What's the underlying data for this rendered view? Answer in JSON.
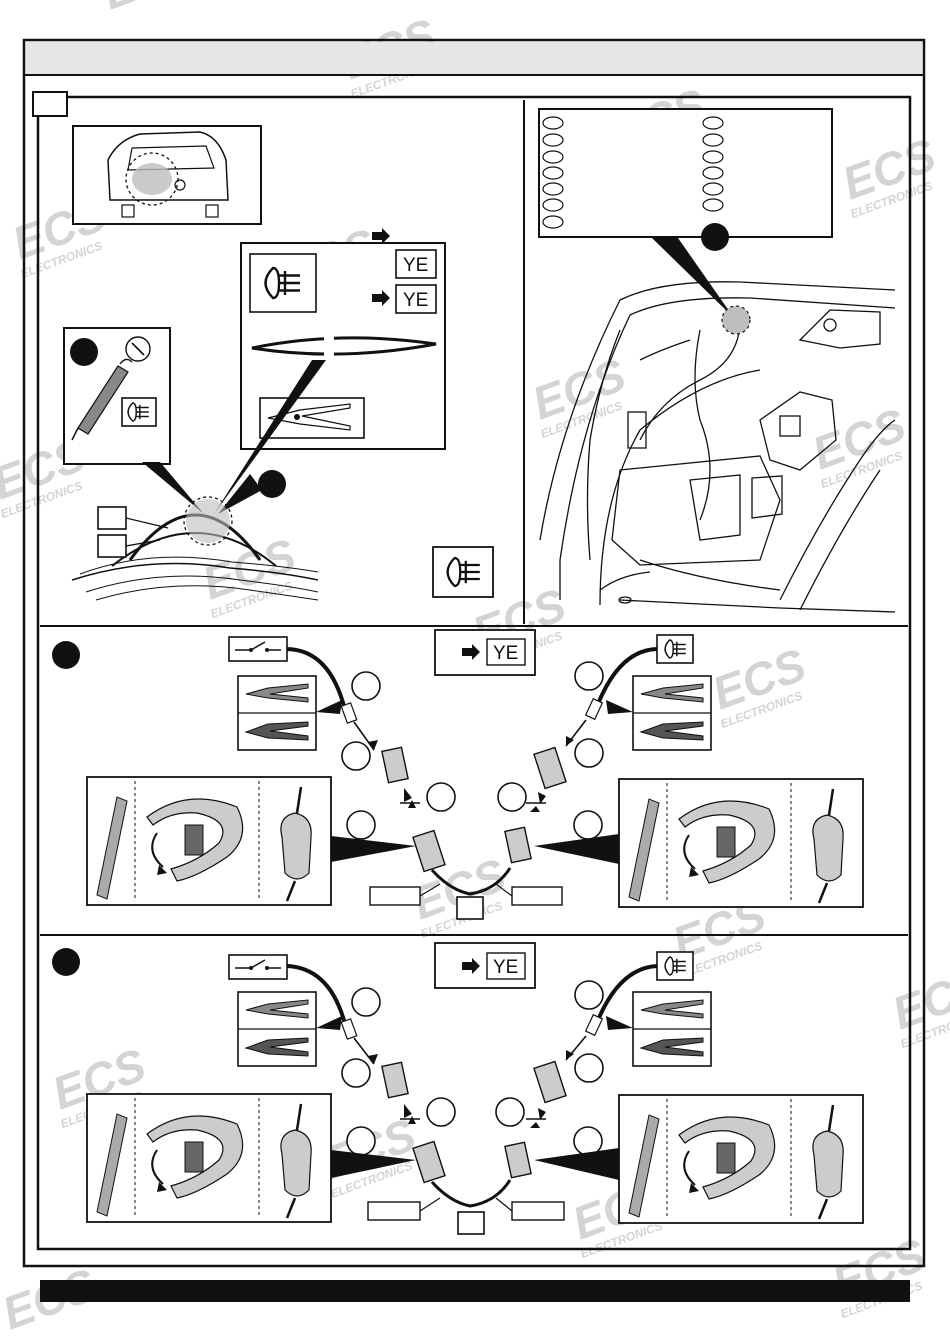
{
  "watermark": {
    "logo_text": "ECS",
    "sub_text": "ELECTRONICS",
    "color": "#d0d0d0"
  },
  "top_section": {
    "wire_label_1": "YE",
    "wire_label_2": "YE",
    "icons": [
      "car-rear-icon",
      "fog-lamp-icon",
      "test-probe-icon",
      "wire-cutter-icon"
    ]
  },
  "panel_2": {
    "wire_label": "YE",
    "icons": [
      "switch-icon",
      "fog-lamp-icon",
      "crimp-tool-icon",
      "heat-shrink-icon"
    ]
  },
  "panel_3": {
    "wire_label": "YE",
    "icons": [
      "switch-icon",
      "fog-lamp-icon",
      "crimp-tool-icon",
      "heat-shrink-icon"
    ]
  },
  "colors": {
    "frame": "#111111",
    "header_bar": "#e6e6e6",
    "footer_bar": "#111111",
    "callout": "#000000",
    "shade": "#bdbdbd"
  }
}
